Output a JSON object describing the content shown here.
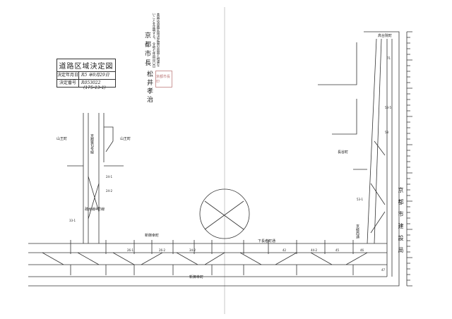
{
  "title_block": {
    "title": "道路区域決定図",
    "date_label": "決定年月日",
    "date_value": "R5 年9月29日",
    "number_label": "決定番号",
    "number_value": "R053022",
    "sheet_ref": "(175-13-1)"
  },
  "certification": {
    "text": "本図は道路区域決定図の原図と相違ないことを証明する。",
    "date": "令和七年四月〇日",
    "mayor_title": "京都市長",
    "mayor_name": "松井孝治",
    "seal": "京都市長印"
  },
  "bureau": "京都市建設局",
  "map": {
    "place_labels": [
      "山王町",
      "山王町",
      "新御幸町",
      "新御幸町",
      "下長者町通",
      "長谷町",
      "高台院町"
    ],
    "road_labels": [
      "京都第2号線",
      "疏水線4号線",
      "京極西通"
    ],
    "parcel_labels": [
      "26-1",
      "26-2",
      "34-2",
      "33-1",
      "24-1",
      "24-2",
      "42",
      "44-2",
      "45",
      "46",
      "47",
      "53-1",
      "53-5",
      "58",
      "71"
    ]
  }
}
